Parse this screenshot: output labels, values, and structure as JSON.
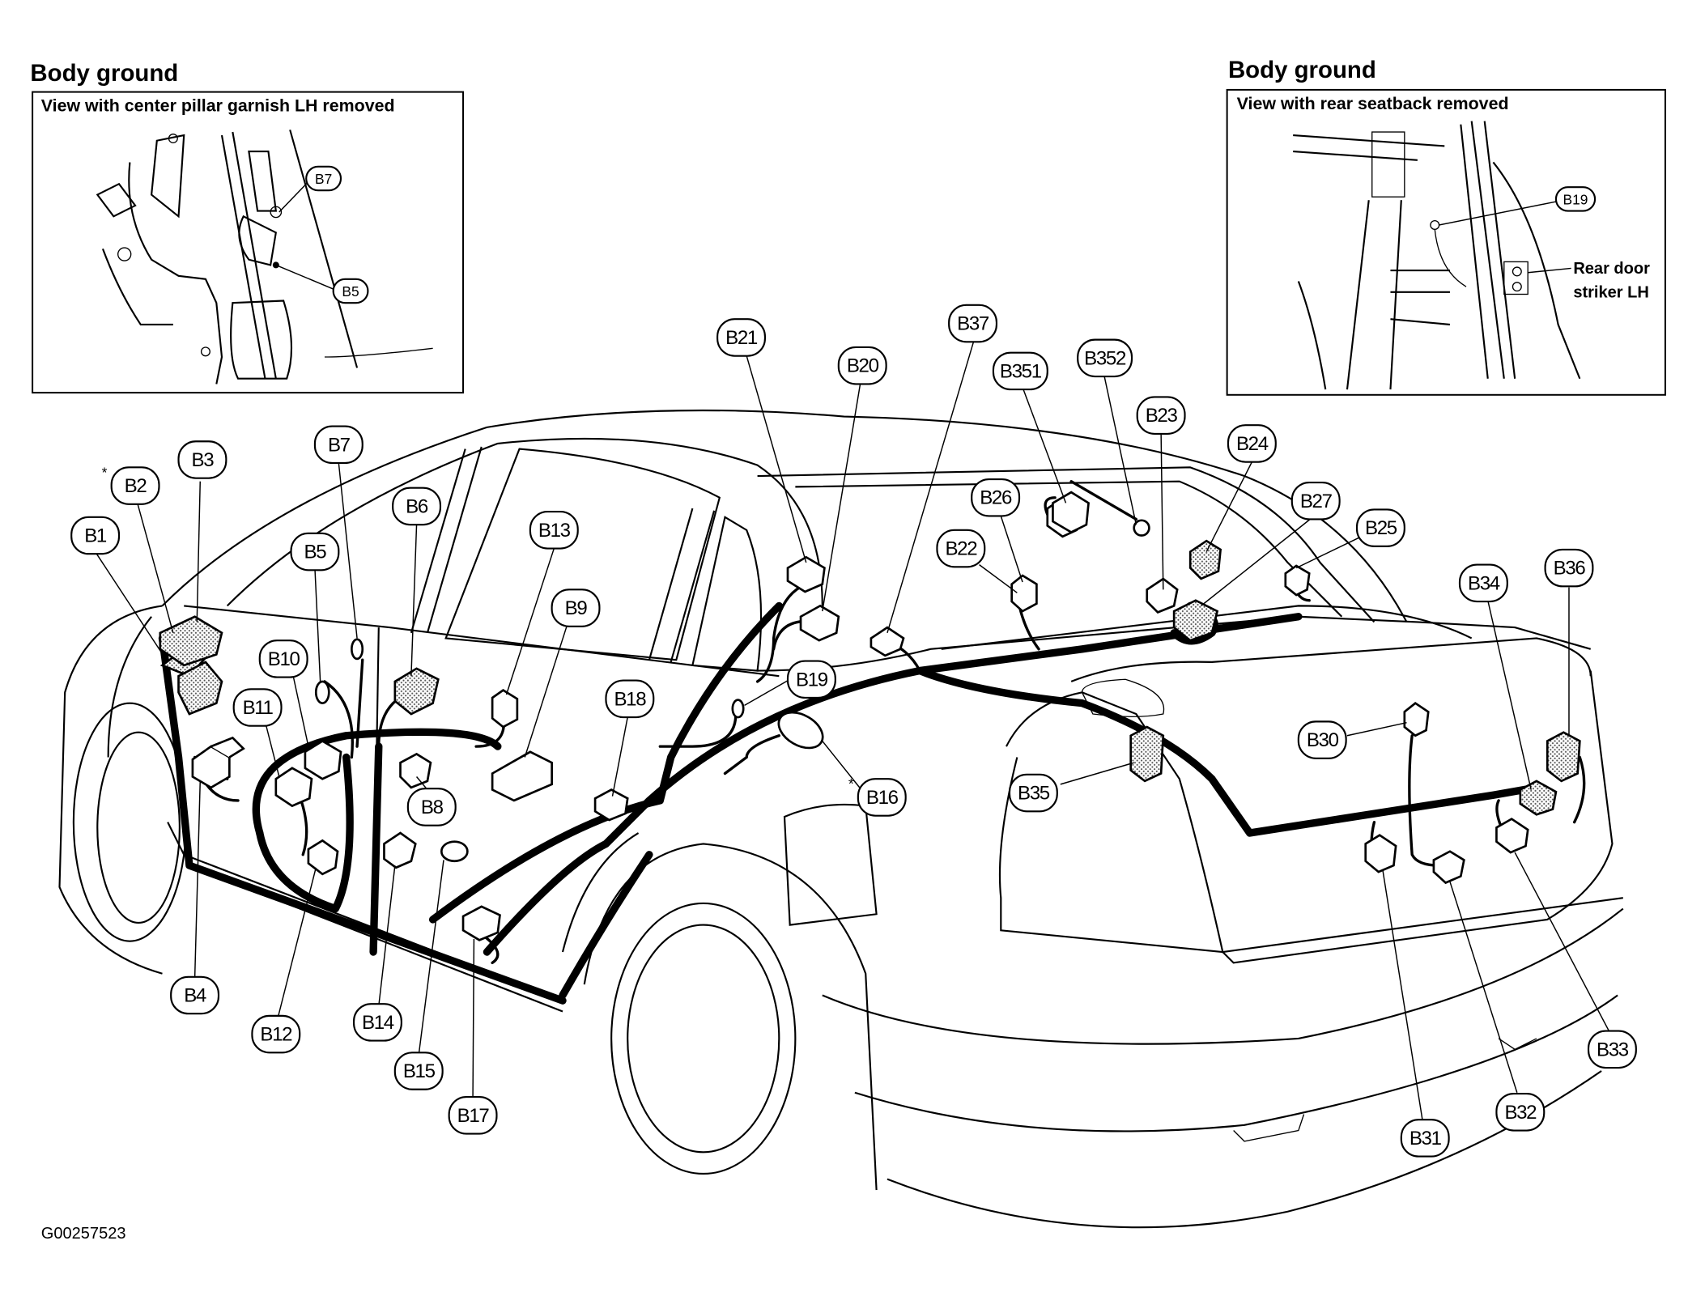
{
  "figure_id": "G00257523",
  "insets": {
    "left": {
      "title": "Body ground",
      "caption": "View with center pillar garnish LH removed",
      "callouts": [
        "B7",
        "B5"
      ]
    },
    "right": {
      "title": "Body ground",
      "caption": "View with rear seatback removed",
      "callouts": [
        "B19"
      ],
      "side_label_line1": "Rear door",
      "side_label_line2": "striker LH"
    }
  },
  "callouts": [
    {
      "id": "B1",
      "label": "B1",
      "starred": false
    },
    {
      "id": "B2",
      "label": "B2",
      "starred": true
    },
    {
      "id": "B3",
      "label": "B3",
      "starred": false
    },
    {
      "id": "B4",
      "label": "B4",
      "starred": false
    },
    {
      "id": "B5",
      "label": "B5",
      "starred": false
    },
    {
      "id": "B6",
      "label": "B6",
      "starred": false
    },
    {
      "id": "B7",
      "label": "B7",
      "starred": false
    },
    {
      "id": "B8",
      "label": "B8",
      "starred": false
    },
    {
      "id": "B9",
      "label": "B9",
      "starred": false
    },
    {
      "id": "B10",
      "label": "B10",
      "starred": false
    },
    {
      "id": "B11",
      "label": "B11",
      "starred": false
    },
    {
      "id": "B12",
      "label": "B12",
      "starred": false
    },
    {
      "id": "B13",
      "label": "B13",
      "starred": false
    },
    {
      "id": "B14",
      "label": "B14",
      "starred": false
    },
    {
      "id": "B15",
      "label": "B15",
      "starred": false
    },
    {
      "id": "B16",
      "label": "B16",
      "starred": true
    },
    {
      "id": "B17",
      "label": "B17",
      "starred": false
    },
    {
      "id": "B18",
      "label": "B18",
      "starred": false
    },
    {
      "id": "B19",
      "label": "B19",
      "starred": false
    },
    {
      "id": "B20",
      "label": "B20",
      "starred": false
    },
    {
      "id": "B21",
      "label": "B21",
      "starred": false
    },
    {
      "id": "B22",
      "label": "B22",
      "starred": false
    },
    {
      "id": "B23",
      "label": "B23",
      "starred": false
    },
    {
      "id": "B24",
      "label": "B24",
      "starred": false
    },
    {
      "id": "B25",
      "label": "B25",
      "starred": false
    },
    {
      "id": "B26",
      "label": "B26",
      "starred": false
    },
    {
      "id": "B27",
      "label": "B27",
      "starred": false
    },
    {
      "id": "B30",
      "label": "B30",
      "starred": false
    },
    {
      "id": "B31",
      "label": "B31",
      "starred": false
    },
    {
      "id": "B32",
      "label": "B32",
      "starred": false
    },
    {
      "id": "B33",
      "label": "B33",
      "starred": false
    },
    {
      "id": "B34",
      "label": "B34",
      "starred": false
    },
    {
      "id": "B35",
      "label": "B35",
      "starred": false
    },
    {
      "id": "B36",
      "label": "B36",
      "starred": false
    },
    {
      "id": "B37",
      "label": "B37",
      "starred": false
    },
    {
      "id": "B351",
      "label": "B351",
      "starred": false
    },
    {
      "id": "B352",
      "label": "B352",
      "starred": false
    }
  ],
  "star_symbol": "*"
}
